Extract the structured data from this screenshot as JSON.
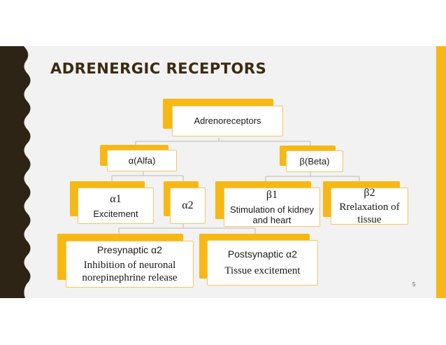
{
  "slide": {
    "title": "ADRENERGIC RECEPTORS",
    "page_number": "5"
  },
  "colors": {
    "accent": "#f8b814",
    "dark": "#2e2416",
    "title": "#3b2a12",
    "card_border": "#f4c661"
  },
  "diagram": {
    "root": {
      "label": "Adrenoreceptors"
    },
    "alpha": {
      "label": "α(Alfa)"
    },
    "beta": {
      "label": "β(Beta)"
    },
    "alpha1": {
      "label": "α1",
      "desc": "Excitement"
    },
    "alpha2": {
      "label": "α2"
    },
    "beta1": {
      "label": "β1",
      "desc": "Stimulation of kidney and heart"
    },
    "beta2": {
      "label": "β2",
      "desc": "Rrelaxation of tissue"
    },
    "presynaptic": {
      "label": "Presynaptic α2",
      "desc": "Inhibition of neuronal norepinephrine release"
    },
    "postsynaptic": {
      "label": "Postsynaptic α2",
      "desc": "Tissue excitement"
    }
  }
}
